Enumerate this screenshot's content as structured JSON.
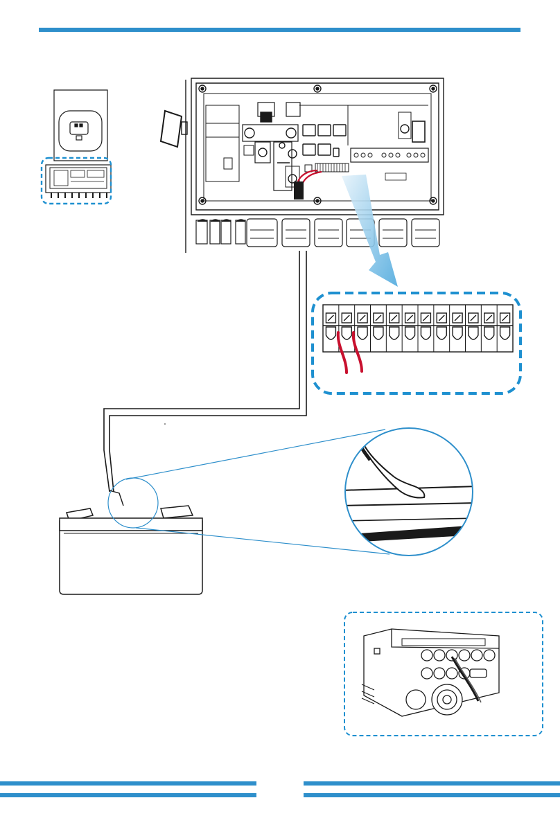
{
  "page": {
    "accent_color": "#2e8fcb",
    "dashed_callout_color": "#1e90d0",
    "cable_color": "#c8102e",
    "line_color": "#1a1a1a"
  },
  "inverter_terminals": {
    "terminal_count": 12,
    "wired_terminals": [
      1,
      2
    ]
  },
  "icons": [
    "inverter-overview-icon",
    "inverter-wiring-box-icon",
    "battery-icon",
    "temperature-sensor-icon",
    "magnifier-callout-icon",
    "inverter-cable-glands-icon"
  ]
}
